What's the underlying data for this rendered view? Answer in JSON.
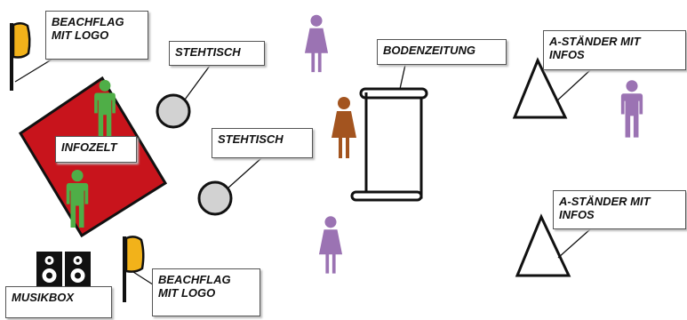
{
  "labels": {
    "beachflag_top": [
      "BEACHFLAG",
      "MIT LOGO"
    ],
    "stehtisch_top": "STEHTISCH",
    "stehtisch_mid": "STEHTISCH",
    "bodenzeitung": "BODENZEITUNG",
    "aständer_top": [
      "A-STÄNDER MIT",
      "INFOS"
    ],
    "infozelt": "INFOZELT",
    "aständer_bottom": [
      "A-STÄNDER MIT",
      "INFOS"
    ],
    "musikbox": "MUSIKBOX",
    "beachflag_bottom": [
      "BEACHFLAG",
      "MIT LOGO"
    ]
  },
  "colors": {
    "tent": "#c8141c",
    "flag": "#f2b21a",
    "person_green": "#4fae47",
    "person_purple": "#9b73b3",
    "person_brown": "#a3541f",
    "table": "#d2d2d2",
    "outline": "#111111"
  }
}
